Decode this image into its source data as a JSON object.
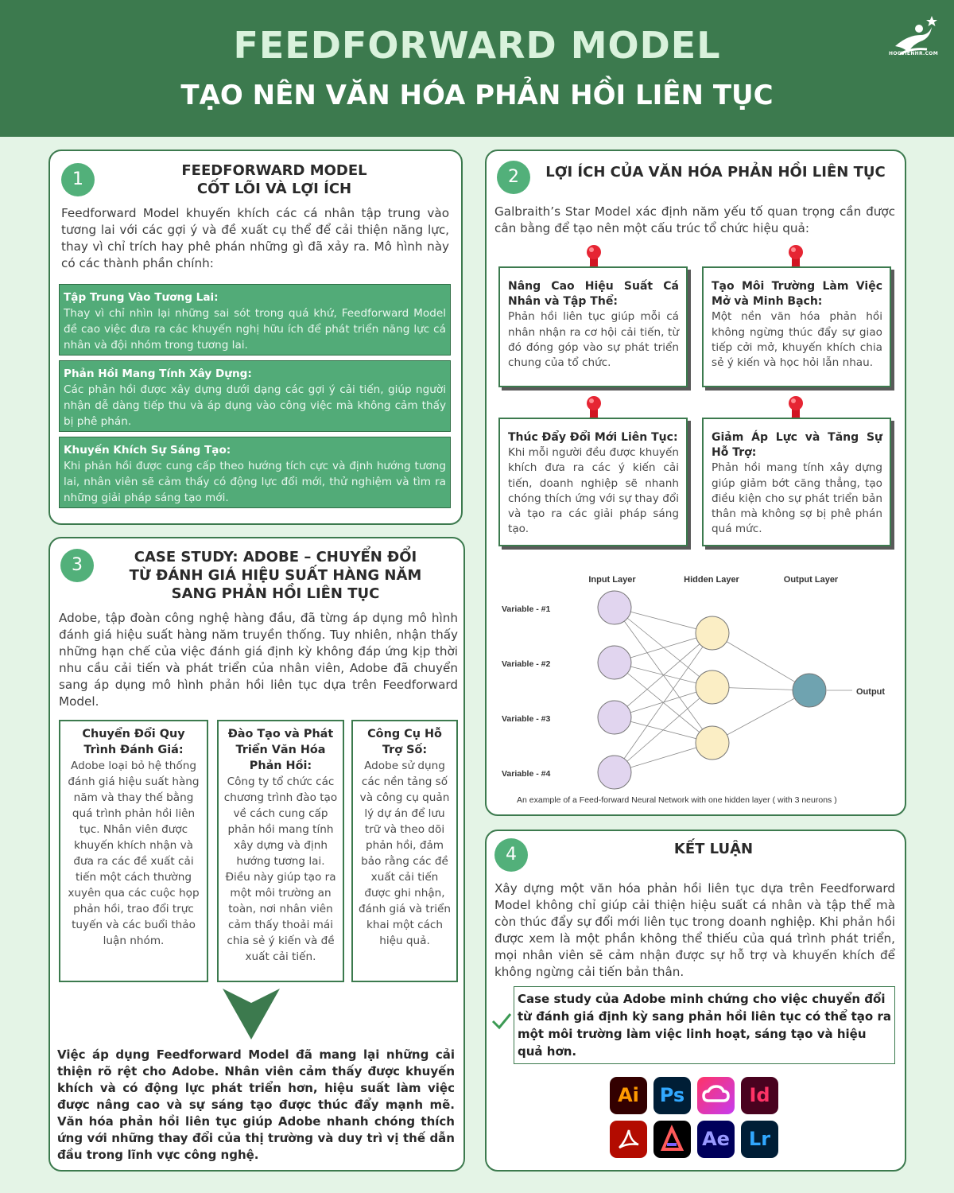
{
  "header": {
    "title": "FEEDFORWARD MODEL",
    "subtitle": "TẠO NÊN VĂN HÓA PHẢN HỒI LIÊN TỤC",
    "logo_text": "HOCVIENHR.COM"
  },
  "colors": {
    "header_bg": "#3c7a4e",
    "page_bg": "#e4f4e6",
    "accent": "#52b07a",
    "box_green": "#52ab78"
  },
  "section1": {
    "number": "1",
    "title_line1": "FEEDFORWARD MODEL",
    "title_line2": "CỐT LÕI VÀ LỢI ÍCH",
    "intro": "Feedforward Model khuyến khích các cá nhân tập trung vào tương lai với các gợi ý và đề xuất cụ thể để cải thiện năng lực, thay vì chỉ trích hay phê phán những gì đã xảy ra. Mô hình này có các thành phần chính:",
    "items": [
      {
        "title": "Tập Trung Vào Tương Lai:",
        "text": "Thay vì chỉ nhìn lại những sai sót trong quá khứ, Feedforward Model đề cao việc đưa ra các khuyến nghị hữu ích để phát triển năng lực cá nhân và đội nhóm trong tương lai."
      },
      {
        "title": "Phản Hồi Mang Tính Xây Dựng:",
        "text": "Các phản hồi được xây dựng dưới dạng các gợi ý cải tiến, giúp người nhận dễ dàng tiếp thu và áp dụng vào công việc mà không cảm thấy bị phê phán."
      },
      {
        "title": "Khuyến Khích Sự Sáng Tạo:",
        "text": "Khi phản hồi được cung cấp theo hướng tích cực và định hướng tương lai, nhân viên sẽ cảm thấy có động lực đổi mới, thử nghiệm và tìm ra những giải pháp sáng tạo mới."
      }
    ]
  },
  "section2": {
    "number": "2",
    "title": "LỢI ÍCH CỦA VĂN HÓA PHẢN HỒI LIÊN TỤC",
    "intro": "Galbraith’s Star Model xác định năm yếu tố quan trọng cần được cân bằng để tạo nên một cấu trúc tổ chức hiệu quả:",
    "cards": [
      {
        "title": "Nâng Cao Hiệu Suất Cá Nhân và Tập Thể:",
        "text": "Phản hồi liên tục giúp mỗi cá nhân nhận ra cơ hội cải tiến, từ đó đóng góp vào sự phát triển chung của tổ chức."
      },
      {
        "title": "Tạo Môi Trường Làm Việc Mở và Minh Bạch:",
        "text": "Một nền văn hóa phản hồi không ngừng thúc đẩy sự giao tiếp cởi mở, khuyến khích chia sẻ ý kiến và học hỏi lẫn nhau."
      },
      {
        "title": "Thúc Đẩy Đổi Mới Liên Tục:",
        "text": "Khi mỗi người đều được khuyến khích đưa ra các ý kiến cải tiến, doanh nghiệp sẽ nhanh chóng thích ứng với sự thay đổi và tạo ra các giải pháp sáng tạo."
      },
      {
        "title": "Giảm Áp Lực và Tăng Sự Hỗ Trợ:",
        "text": "Phản hồi mang tính xây dựng giúp giảm bớt căng thẳng, tạo điều kiện cho sự phát triển bản thân mà không sợ bị phê phán quá mức."
      }
    ],
    "diagram": {
      "input_label": "Input Layer",
      "hidden_label": "Hidden Layer",
      "output_label": "Output Layer",
      "variables": [
        "Variable - #1",
        "Variable - #2",
        "Variable - #3",
        "Variable - #4"
      ],
      "output_text": "Output",
      "caption": "An example of a Feed-forward Neural Network with one hidden layer ( with 3 neurons )"
    }
  },
  "section3": {
    "number": "3",
    "title_line1": "CASE STUDY: ADOBE – CHUYỂN ĐỔI",
    "title_line2": "TỪ ĐÁNH GIÁ HIỆU SUẤT HÀNG NĂM",
    "title_line3": "SANG PHẢN HỒI LIÊN TỤC",
    "intro": "Adobe, tập đoàn công nghệ hàng đầu, đã từng áp dụng mô hình đánh giá hiệu suất hàng năm truyền thống. Tuy nhiên, nhận thấy những hạn chế của việc đánh giá định kỳ không đáp ứng kịp thời nhu cầu cải tiến và phát triển của nhân viên, Adobe đã chuyển sang áp dụng mô hình phản hồi liên tục dựa trên Feedforward Model.",
    "columns": [
      {
        "title": "Chuyển Đổi Quy Trình Đánh Giá:",
        "text": "Adobe loại bỏ hệ thống đánh giá hiệu suất hàng năm và thay thế bằng quá trình phản hồi liên tục. Nhân viên được khuyến khích nhận và đưa ra các đề xuất cải tiến một cách thường xuyên qua các cuộc họp phản hồi, trao đổi trực tuyến và các buổi thảo luận nhóm."
      },
      {
        "title": "Đào Tạo và Phát Triển Văn Hóa Phản Hồi:",
        "text": "Công ty tổ chức các chương trình đào tạo về cách cung cấp phản hồi mang tính xây dựng và định hướng tương lai. Điều này giúp tạo ra một môi trường an toàn, nơi nhân viên cảm thấy thoải mái chia sẻ ý kiến và đề xuất cải tiến."
      },
      {
        "title": "Công Cụ Hỗ Trợ Số:",
        "text": "Adobe sử dụng các nền tảng số và công cụ quản lý dự án để lưu trữ và theo dõi phản hồi, đảm bảo rằng các đề xuất cải tiến được ghi nhận, đánh giá và triển khai một cách hiệu quả."
      }
    ],
    "result": "Việc áp dụng Feedforward Model đã mang lại những cải thiện rõ rệt cho Adobe. Nhân viên cảm thấy được khuyến khích và có động lực phát triển hơn, hiệu suất làm việc được nâng cao và sự sáng tạo được thúc đẩy mạnh mẽ. Văn hóa phản hồi liên tục giúp Adobe nhanh chóng thích ứng với những thay đổi của thị trường và duy trì vị thế dẫn đầu trong lĩnh vực công nghệ."
  },
  "section4": {
    "number": "4",
    "title": "KẾT LUẬN",
    "intro": "Xây dựng một văn hóa phản hồi liên tục dựa trên Feedforward Model không chỉ giúp cải thiện hiệu suất cá nhân và tập thể mà còn thúc đẩy sự đổi mới liên tục trong doanh nghiệp. Khi phản hồi được xem là một phần không thể thiếu của quá trình phát triển, mọi nhân viên sẽ cảm nhận được sự hỗ trợ và khuyến khích để không ngừng cải tiến bản thân.",
    "callout": "Case study của Adobe minh chứng cho việc chuyển đổi từ đánh giá định kỳ sang phản hồi liên tục có thể tạo ra một môi trường làm việc linh hoạt, sáng tạo và hiệu quả hơn.",
    "apps": [
      {
        "name": "Ai",
        "fg": "#ff9a00",
        "bg": "#330000"
      },
      {
        "name": "Ps",
        "fg": "#31a8ff",
        "bg": "#001e36"
      },
      {
        "name": "",
        "fg": "#ffffff",
        "bg": "#ff3366"
      },
      {
        "name": "Id",
        "fg": "#ff3366",
        "bg": "#49021f"
      },
      {
        "name": "",
        "fg": "#ffffff",
        "bg": "#b30b00"
      },
      {
        "name": "",
        "fg": "#ffffff",
        "bg": "#000000"
      },
      {
        "name": "Ae",
        "fg": "#9999ff",
        "bg": "#00005b"
      },
      {
        "name": "Lr",
        "fg": "#31a8ff",
        "bg": "#001e36"
      }
    ]
  }
}
